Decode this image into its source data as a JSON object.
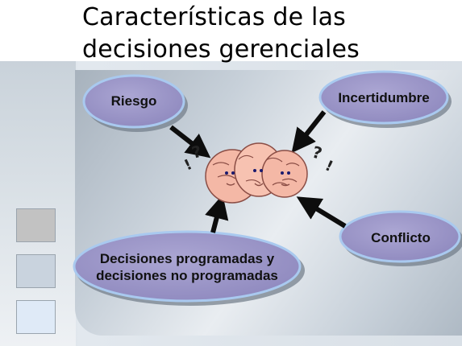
{
  "slide": {
    "title": "Características de las decisiones gerenciales"
  },
  "nodes": {
    "riesgo": "Riesgo",
    "incertidumbre": "Incertidumbre",
    "conflicto": "Conflicto",
    "decisiones": "Decisiones programadas y decisiones no programadas"
  },
  "colors": {
    "node_fill": "#9d97c8",
    "node_border": "#a9c9ef",
    "arrow": "#0d0d0d",
    "brain": "#f4b8a6"
  },
  "icons": [
    "brain-icon",
    "question-mark-icon",
    "exclamation-icon"
  ]
}
